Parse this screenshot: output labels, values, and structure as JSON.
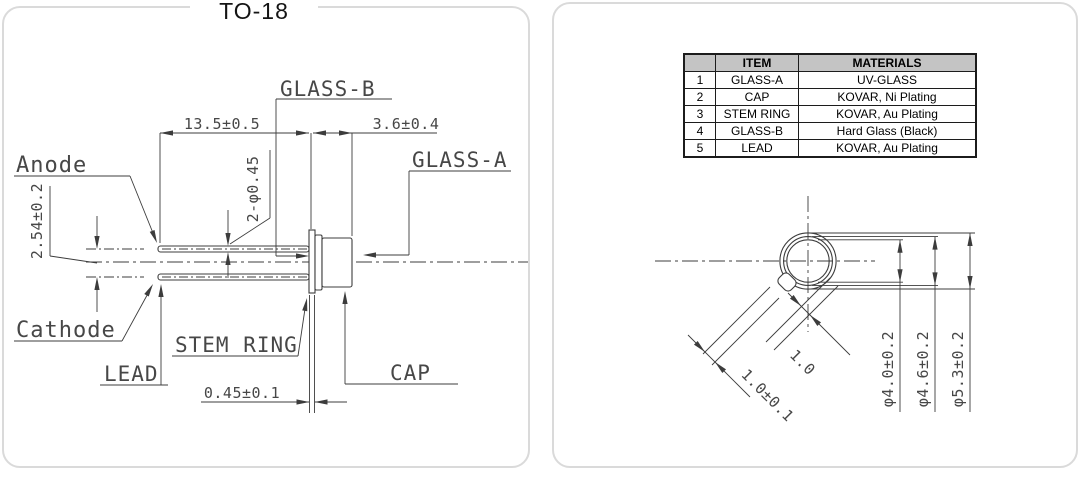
{
  "title": "TO-18",
  "left_view": {
    "labels": {
      "glass_b": "GLASS-B",
      "glass_a": "GLASS-A",
      "anode": "Anode",
      "cathode": "Cathode",
      "stem_ring": "STEM RING",
      "lead": "LEAD",
      "cap": "CAP"
    },
    "dims": {
      "lead_length": "13.5±0.5",
      "cap_height": "3.6±0.4",
      "lead_diameter": "2-φ0.45",
      "lead_pitch": "2.54±0.2",
      "stem_ring_thickness": "0.45±0.1"
    }
  },
  "materials_table": {
    "headers": [
      "",
      "ITEM",
      "MATERIALS"
    ],
    "rows": [
      [
        "1",
        "GLASS-A",
        "UV-GLASS"
      ],
      [
        "2",
        "CAP",
        "KOVAR, Ni Plating"
      ],
      [
        "3",
        "STEM RING",
        "KOVAR, Au Plating"
      ],
      [
        "4",
        "GLASS-B",
        "Hard Glass (Black)"
      ],
      [
        "5",
        "LEAD",
        "KOVAR, Au Plating"
      ]
    ]
  },
  "top_view": {
    "dims": {
      "tab_width": "1.0±0.1",
      "lead_width": "1.0",
      "dia_inner": "φ4.0±0.2",
      "dia_middle": "φ4.6±0.2",
      "dia_outer": "φ5.3±0.2"
    }
  },
  "colors": {
    "line": "#3c3c3c",
    "panel_border": "#dadada",
    "table_header_bg": "#c4c4c4",
    "table_border": "#1c1c1c",
    "drawing_text": "#474747",
    "title_text": "#141414"
  }
}
